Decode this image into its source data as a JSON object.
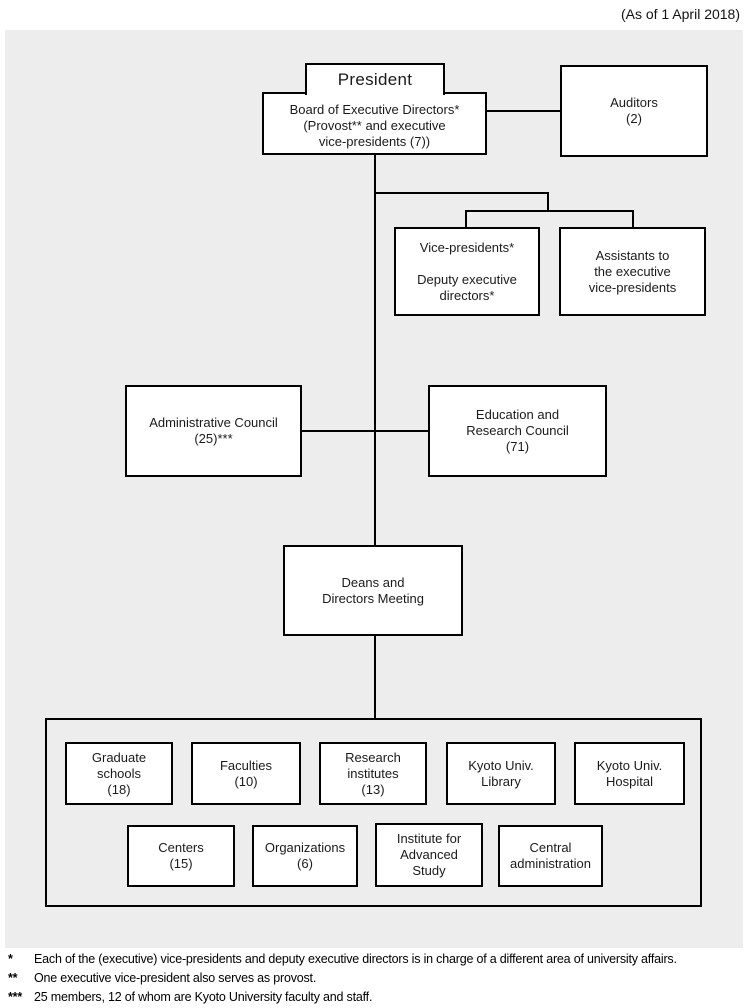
{
  "meta": {
    "date_label": "(As of 1 April 2018)"
  },
  "colors": {
    "panel_bg": "#ededed",
    "box_bg": "#ffffff",
    "border": "#000000"
  },
  "org": {
    "president": "President",
    "board": "Board of Executive Directors*\n(Provost** and executive\nvice-presidents (7))",
    "auditors": "Auditors\n(2)",
    "vice_presidents": "Vice-presidents*\n\nDeputy executive\ndirectors*",
    "assistants": "Assistants to\nthe executive\nvice-presidents",
    "administrative_council": "Administrative Council\n(25)***",
    "education_research_council": "Education and\nResearch Council\n(71)",
    "deans_meeting": "Deans and\nDirectors Meeting",
    "units_row1": [
      "Graduate\nschools\n(18)",
      "Faculties\n(10)",
      "Research\ninstitutes\n(13)",
      "Kyoto Univ.\nLibrary",
      "Kyoto Univ.\nHospital"
    ],
    "units_row2": [
      "Centers\n(15)",
      "Organizations\n(6)",
      "Institute for\nAdvanced\nStudy",
      "Central\nadministration"
    ]
  },
  "footnotes": [
    {
      "marker": "*",
      "text": "Each of the (executive) vice-presidents and deputy executive directors is in charge of a different area of university affairs."
    },
    {
      "marker": "**",
      "text": "One executive vice-president also serves as provost."
    },
    {
      "marker": "***",
      "text": "25 members, 12 of whom are Kyoto University faculty and staff."
    }
  ]
}
